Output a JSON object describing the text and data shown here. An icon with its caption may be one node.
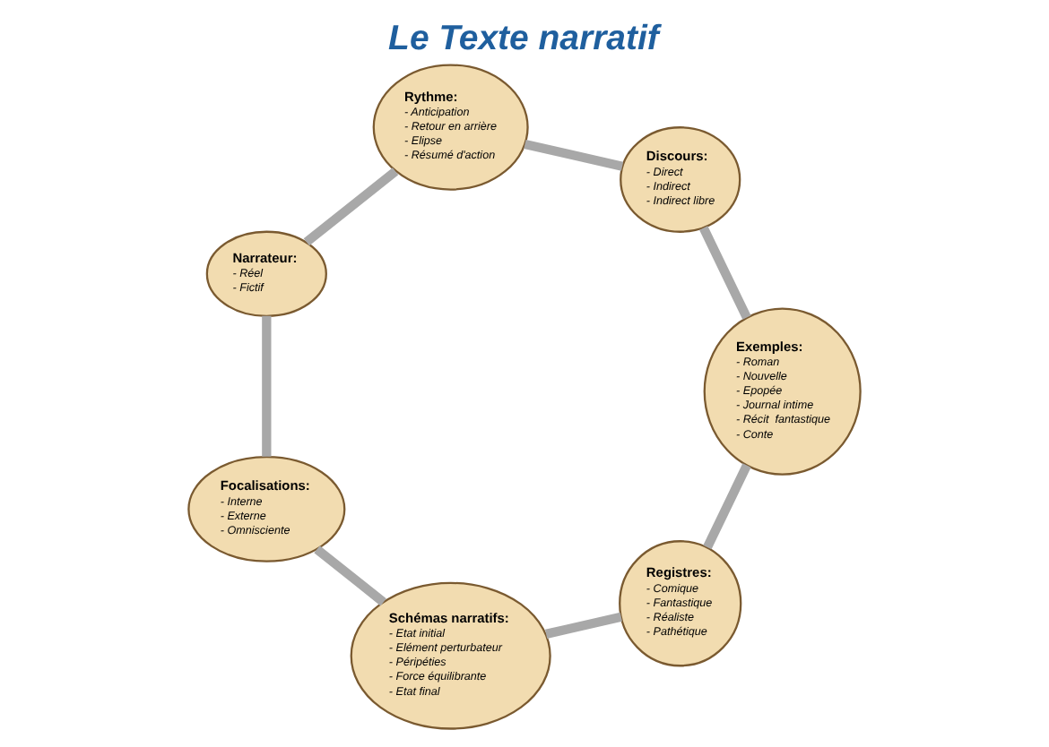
{
  "diagram": {
    "title": "Le Texte narratif",
    "nodes": [
      {
        "text": [
          "Registres:",
          "- Comique",
          "- Fantastique",
          "- Réaliste",
          "- Pathétique"
        ]
      },
      {
        "text": [
          "Exemples:",
          "- Roman",
          "- Nouvelle",
          "- Epopée",
          "- Journal intime",
          "- Récit  fantastique",
          "- Conte"
        ]
      },
      {
        "text": [
          "Discours:",
          "- Direct",
          "- Indirect",
          "- Indirect libre"
        ]
      },
      {
        "text": [
          "Schémas narratifs:",
          "- Etat initial",
          "- Elément perturbateur",
          "- Péripéties",
          "- Force équilibrante",
          "- Etat final"
        ]
      },
      {
        "text": [
          "Rythme:",
          "- Anticipation",
          "- Retour en arrière",
          "- Elipse",
          "- Résumé d'action"
        ]
      },
      {
        "text": [
          "Focalisations:",
          "- Interne",
          "- Externe",
          "- Omnisciente"
        ]
      },
      {
        "text": [
          "Narrateur:",
          "- Réel",
          "- Fictif"
        ]
      }
    ],
    "edges": [
      {
        "from": 0,
        "to": 3,
        "arrow": "none"
      },
      {
        "from": 3,
        "to": 5,
        "arrow": "none"
      },
      {
        "from": 5,
        "to": 6,
        "arrow": "none"
      },
      {
        "from": 6,
        "to": 4,
        "arrow": "none"
      },
      {
        "from": 4,
        "to": 2,
        "arrow": "none"
      },
      {
        "from": 2,
        "to": 1,
        "arrow": "none"
      },
      {
        "from": 1,
        "to": 0,
        "arrow": "none"
      }
    ]
  }
}
